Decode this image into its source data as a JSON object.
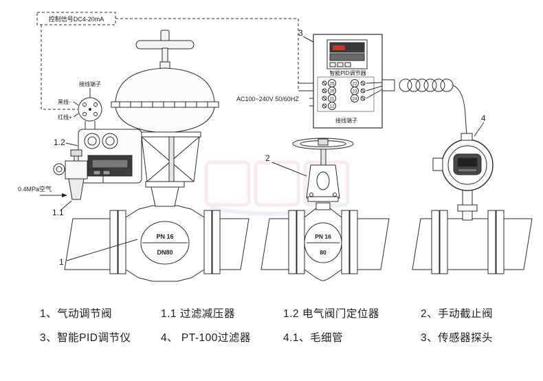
{
  "diagram": {
    "control_signal_label": "控制信号DC4-20mA",
    "positioner_terminal_label": "接线端子",
    "black_wire_label": "黑线-",
    "red_wire_label": "红线+",
    "air_supply_label": "0.4MPa空气",
    "ac_power_label": "AC100~240V 50/60HZ",
    "pid": {
      "title": "智能PID调节器",
      "terminal_block_label": "接线端子",
      "left_terminals": [
        "25",
        "26",
        "11",
        "12"
      ],
      "right_terminals": [
        "22",
        "23",
        "24"
      ]
    },
    "valve1_plate_line1": "PN 16",
    "valve1_plate_line2": "DN80",
    "valve2_plate_line1": "PN 16",
    "valve2_plate_line2": "80",
    "callouts": {
      "valve1": "1",
      "filter": "1.1",
      "positioner": "1.2",
      "stop_valve": "2",
      "pid": "3",
      "sensor": "4"
    }
  },
  "legend": {
    "row1": [
      "1、气动调节阀",
      "1.1 过滤减压器",
      "1.2 电气阀门定位器",
      "2、手动截止阀"
    ],
    "row2": [
      "3、智能PID调节仪",
      "4、 PT-100过滤器",
      "4.1、毛细管",
      "3、传感器探头"
    ]
  }
}
